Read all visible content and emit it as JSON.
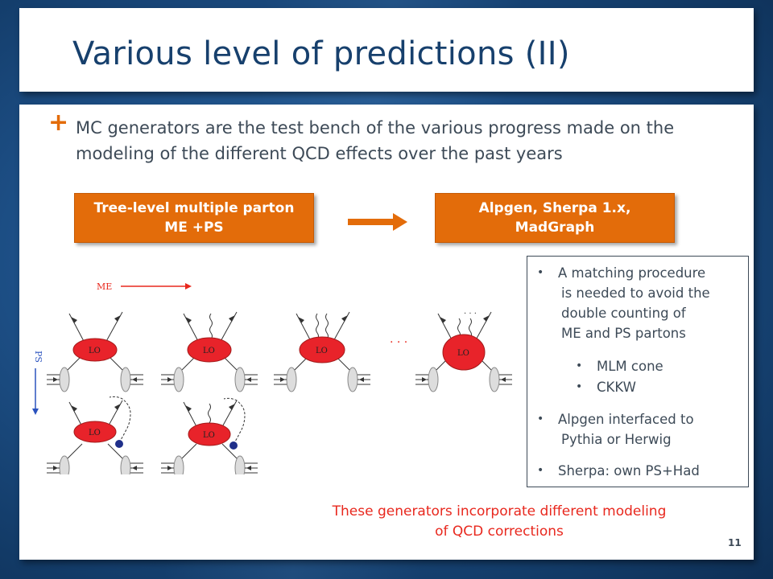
{
  "slide": {
    "title": "Various level of predictions (II)",
    "bullet": "MC generators are the test bench of the various progress made on the modeling of the different QCD effects over the past years",
    "box_left_line1": "Tree-level multiple parton",
    "box_left_line2": "ME +PS",
    "box_right_line1": "Alpgen, Sherpa 1.x,",
    "box_right_line2": "MadGraph",
    "info": {
      "item1_line1": "A matching procedure",
      "item1_line2": "is needed to avoid the",
      "item1_line3": "double counting of",
      "item1_line4": "ME and PS partons",
      "sub1": "MLM cone",
      "sub2": "CKKW",
      "item2_line1": "Alpgen interfaced to",
      "item2_line2": "Pythia or Herwig",
      "item3": "Sherpa: own PS+Had"
    },
    "footer_line1": "These generators incorporate different modeling",
    "footer_line2": "of QCD corrections",
    "page_number": "11",
    "diagram": {
      "me_label": "ME",
      "ps_label": "PS",
      "blob_label": "LO",
      "ellipsis": ". . ."
    }
  },
  "colors": {
    "accent": "#e36c0a",
    "title": "#17406d",
    "footer": "#e8281e",
    "blob": "#e8232a"
  }
}
